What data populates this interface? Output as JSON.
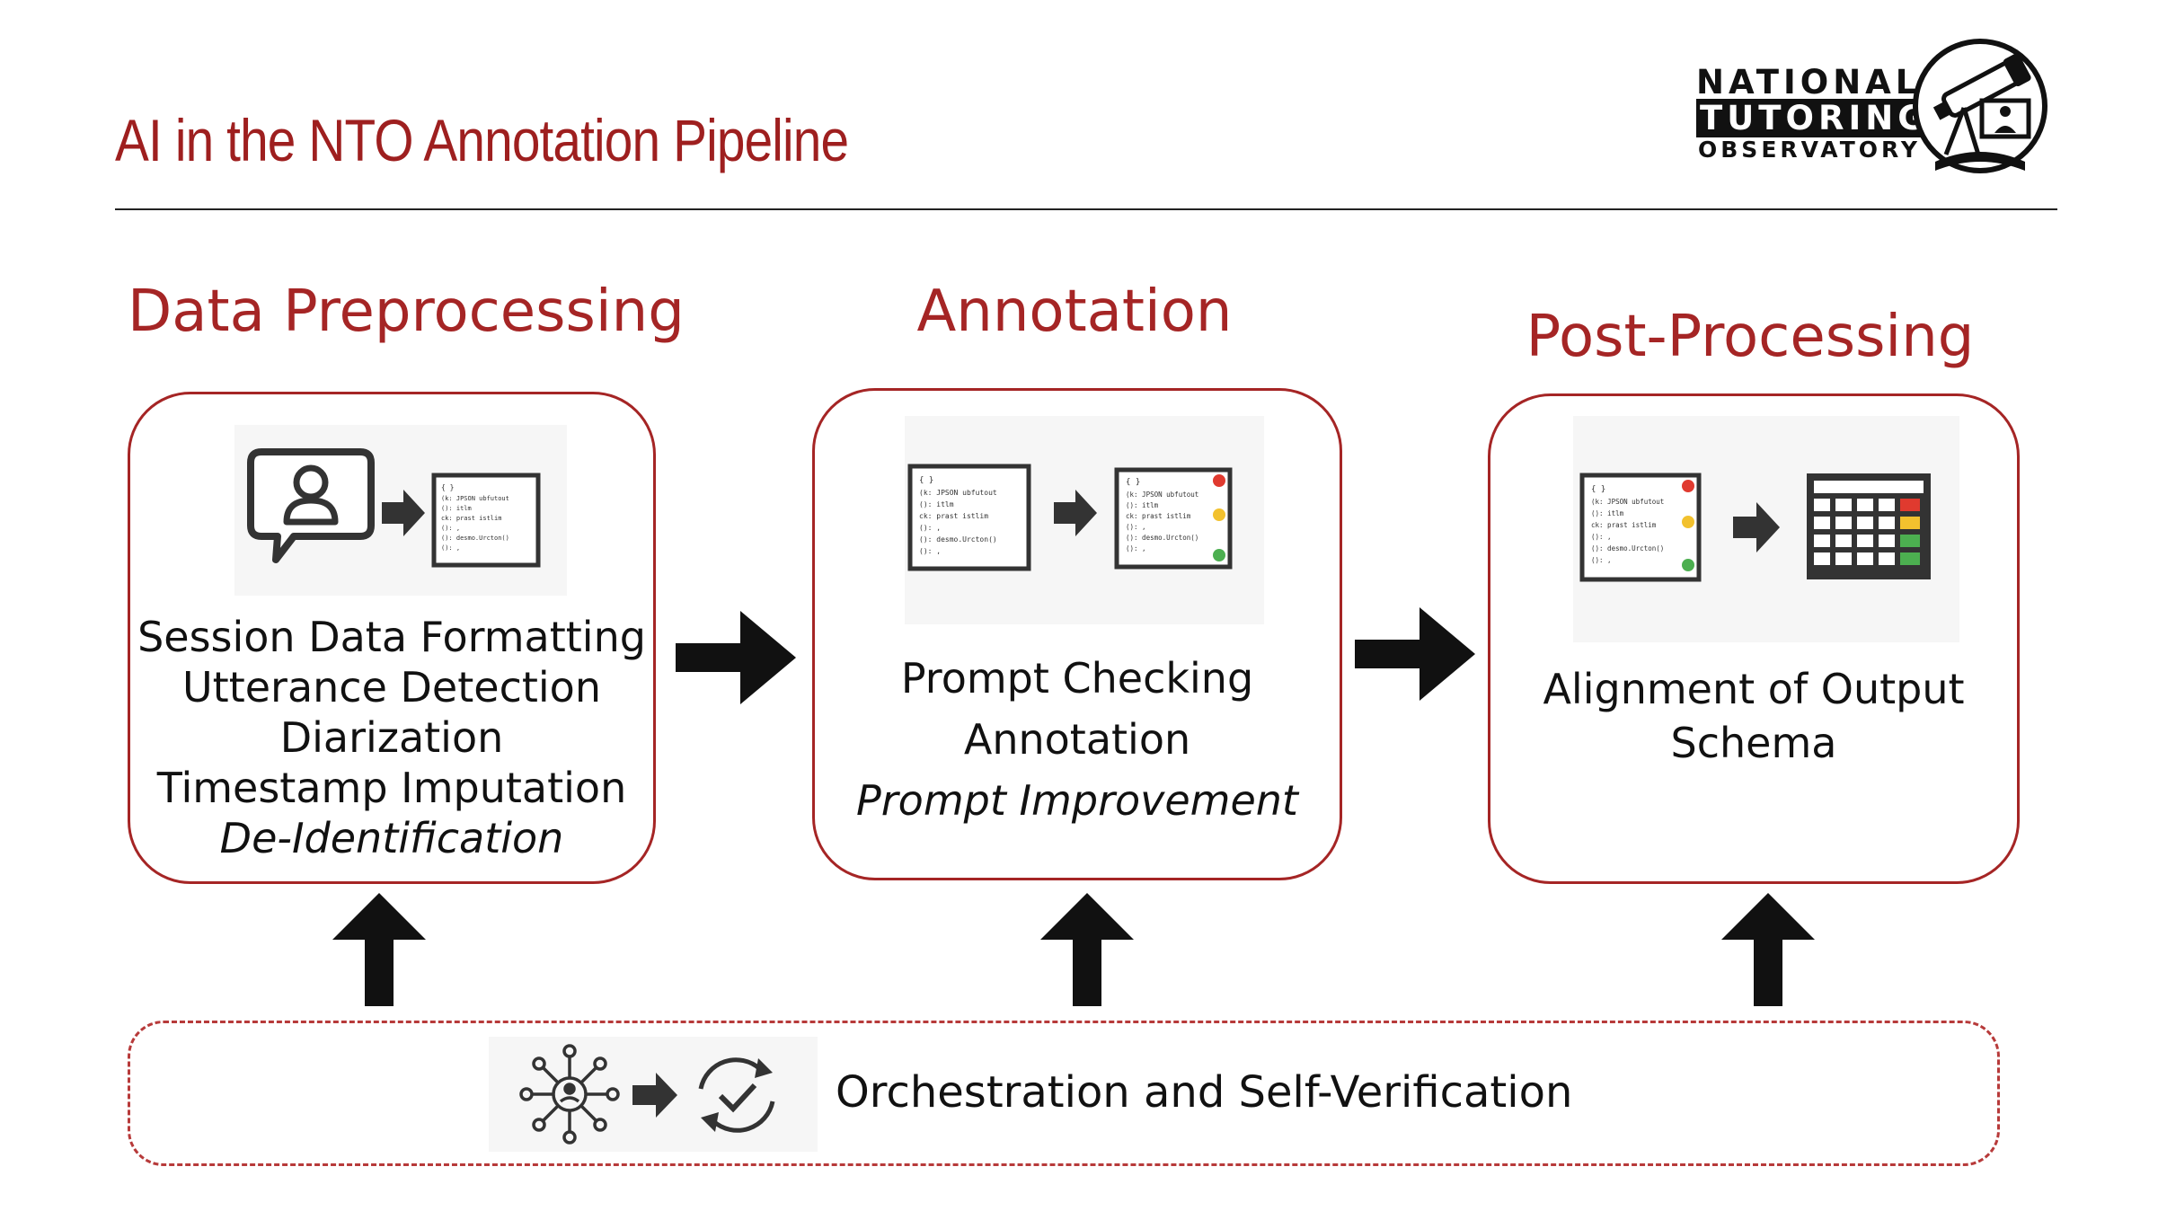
{
  "slide": {
    "title": "AI in the NTO Annotation Pipeline"
  },
  "logo": {
    "line1": "NATIONAL",
    "line2": "TUTORING",
    "line3": "OBSERVATORY"
  },
  "stages": [
    {
      "title": "Data Preprocessing",
      "items": [
        "Session Data Formatting",
        "Utterance Detection",
        "Diarization",
        "Timestamp Imputation"
      ],
      "italic_item": "De-Identification"
    },
    {
      "title": "Annotation",
      "items": [
        "Prompt Checking",
        "Annotation"
      ],
      "italic_item": "Prompt Improvement"
    },
    {
      "title": "Post-Processing",
      "items": [
        "Alignment of Output",
        "Schema"
      ]
    }
  ],
  "orchestration": {
    "label": "Orchestration and Self-Verification"
  },
  "code_snippet": {
    "lines": [
      "{ }",
      "{k: JPSON ubfutout",
      "(): itlm",
      "ck: prast istlim",
      "(): ,",
      "(): desmo.Urcton()",
      "(): ,"
    ]
  },
  "colors": {
    "accent": "#a52525",
    "status_red": "#e03a2f",
    "status_yellow": "#f2c12e",
    "status_green": "#4caf50"
  },
  "icons": [
    "chat-user-icon",
    "code-document-icon",
    "right-arrow-icon",
    "table-grid-icon",
    "network-icon",
    "refresh-check-icon",
    "telescope-logo-icon"
  ]
}
